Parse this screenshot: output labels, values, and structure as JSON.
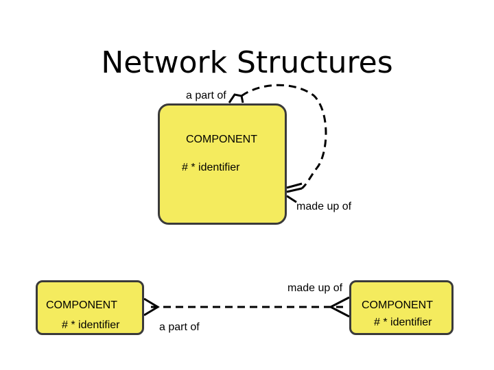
{
  "title": "Network Structures",
  "top_entity": {
    "name": "COMPONENT",
    "attribute": "# * identifier"
  },
  "left_entity": {
    "name": "COMPONENT",
    "attribute": "# * identifier"
  },
  "right_entity": {
    "name": "COMPONENT",
    "attribute": "# * identifier"
  },
  "recursive_relationship": {
    "label_start": "a part of",
    "label_end": "made up of"
  },
  "bottom_relationship": {
    "label_left": "a part of",
    "label_right": "made up of"
  },
  "colors": {
    "entity_fill": "#f4eb5e",
    "entity_border": "#3a3a3a",
    "line": "#000000"
  }
}
